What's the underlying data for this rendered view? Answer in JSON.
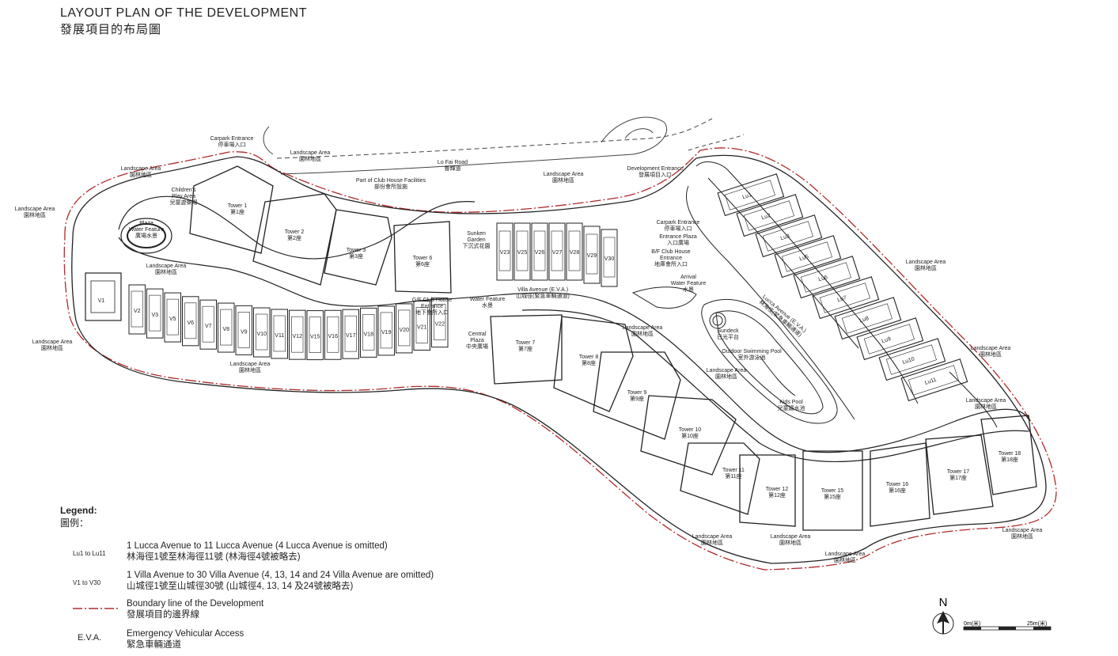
{
  "title": {
    "en": "LAYOUT PLAN OF THE DEVELOPMENT",
    "zh": "發展項目的布局圖"
  },
  "colors": {
    "line": "#222222",
    "boundary": "#b02a2a",
    "background": "#ffffff"
  },
  "towers": [
    {
      "name": "Tower 1",
      "zh": "第1座"
    },
    {
      "name": "Tower 2",
      "zh": "第2座"
    },
    {
      "name": "Tower 3",
      "zh": "第3座"
    },
    {
      "name": "Tower 6",
      "zh": "第6座"
    },
    {
      "name": "Tower 7",
      "zh": "第7座"
    },
    {
      "name": "Tower 8",
      "zh": "第8座"
    },
    {
      "name": "Tower 9",
      "zh": "第9座"
    },
    {
      "name": "Tower 10",
      "zh": "第10座"
    },
    {
      "name": "Tower 11",
      "zh": "第11座"
    },
    {
      "name": "Tower 12",
      "zh": "第12座"
    },
    {
      "name": "Tower 15",
      "zh": "第15座"
    },
    {
      "name": "Tower 16",
      "zh": "第16座"
    },
    {
      "name": "Tower 17",
      "zh": "第17座"
    },
    {
      "name": "Tower 18",
      "zh": "第18座"
    }
  ],
  "villas_row": [
    "V2",
    "V3",
    "V5",
    "V6",
    "V7",
    "V8",
    "V9",
    "V10",
    "V11",
    "V12",
    "V15",
    "V16",
    "V17",
    "V18",
    "V19",
    "V20",
    "V21",
    "V22"
  ],
  "villa_v1": "V1",
  "villas_top": [
    "V23",
    "V25",
    "V26",
    "V27",
    "V28",
    "V29",
    "V30"
  ],
  "lucca": [
    "Lu1",
    "Lu2",
    "Lu3",
    "Lu5",
    "Lu6",
    "Lu7",
    "Lu8",
    "Lu9",
    "Lu10",
    "Lu11"
  ],
  "labels": {
    "landscape_en": "Landscape Area",
    "landscape_zh": "園林地區",
    "carpark_entrance": "Carpark Entrance",
    "carpark_entrance_zh": "停車場入口",
    "lo_fai_road": "Lo Fai Road",
    "lo_fai_road_zh": "魯輝道",
    "development_entrance": "Development Entrance",
    "development_entrance_zh": "發展項目入口",
    "club_house_facilities": "Part of Club House Facilities",
    "club_house_facilities_zh": "部份會所設施",
    "childrens_play": "Children's",
    "childrens_play2": "Play Area",
    "childrens_play_zh": "兒童遊樂場",
    "plaza_feature": "Plaza",
    "plaza_feature2": "Water Feature",
    "plaza_feature_zh": "廣場水景",
    "sunken_garden": "Sunken",
    "sunken_garden2": "Garden",
    "sunken_garden_zh": "下沉式花園",
    "carpark_plaza_1": "Carpark Entrance",
    "carpark_plaza_2": "停車場入口",
    "carpark_plaza_3": "Entrance Plaza",
    "carpark_plaza_4": "入口廣場",
    "carpark_plaza_5": "B/F Club House",
    "carpark_plaza_6": "Entrance",
    "carpark_plaza_7": "地庫會所入口",
    "villa_avenue": "Villa Avenue (E.V.A.)",
    "villa_avenue_zh": "山城徑(緊急車輛通道)",
    "gf_club_1": "G/F Club House",
    "gf_club_2": "Entrance",
    "gf_club_3": "地下會所入口",
    "water_feature": "Water Feature",
    "water_feature_zh": "水景",
    "central_plaza": "Central",
    "central_plaza2": "Plaza",
    "central_plaza_zh": "中央廣場",
    "arrival_1": "Arrival",
    "arrival_2": "Water Feature",
    "arrival_3": "水景",
    "sundeck": "Sundeck",
    "sundeck_zh": "日光平台",
    "pool": "Outdoor Swimming Pool",
    "pool_zh": "室外游泳池",
    "kids_pool": "Kids Pool",
    "kids_pool_zh": "兒童嬉水池",
    "lucca_avenue": "Lucca Avenue (E.V.A.)",
    "lucca_avenue_zh": "林海徑(緊急車輛通道)"
  },
  "legend": {
    "heading": "Legend:",
    "heading_zh": "圖例：",
    "items": [
      {
        "code": "Lu1 to Lu11",
        "en": "1 Lucca Avenue to 11 Lucca Avenue (4 Lucca Avenue is omitted)",
        "zh": "林海徑1號至林海徑11號 (林海徑4號被略去)"
      },
      {
        "code": "V1 to V30",
        "en": "1 Villa Avenue to 30 Villa Avenue (4, 13, 14 and 24 Villa Avenue are omitted)",
        "zh": "山城徑1號至山城徑30號 (山城徑4, 13, 14 及24號被略去)"
      },
      {
        "code": "",
        "en": "Boundary line of the Development",
        "zh": "發展項目的邊界線"
      },
      {
        "code": "E.V.A.",
        "en": "Emergency Vehicular Access",
        "zh": "緊急車輛通道"
      }
    ]
  },
  "north": {
    "letter": "N",
    "scale_start": "0m(米)",
    "scale_end": "25m(米)"
  }
}
